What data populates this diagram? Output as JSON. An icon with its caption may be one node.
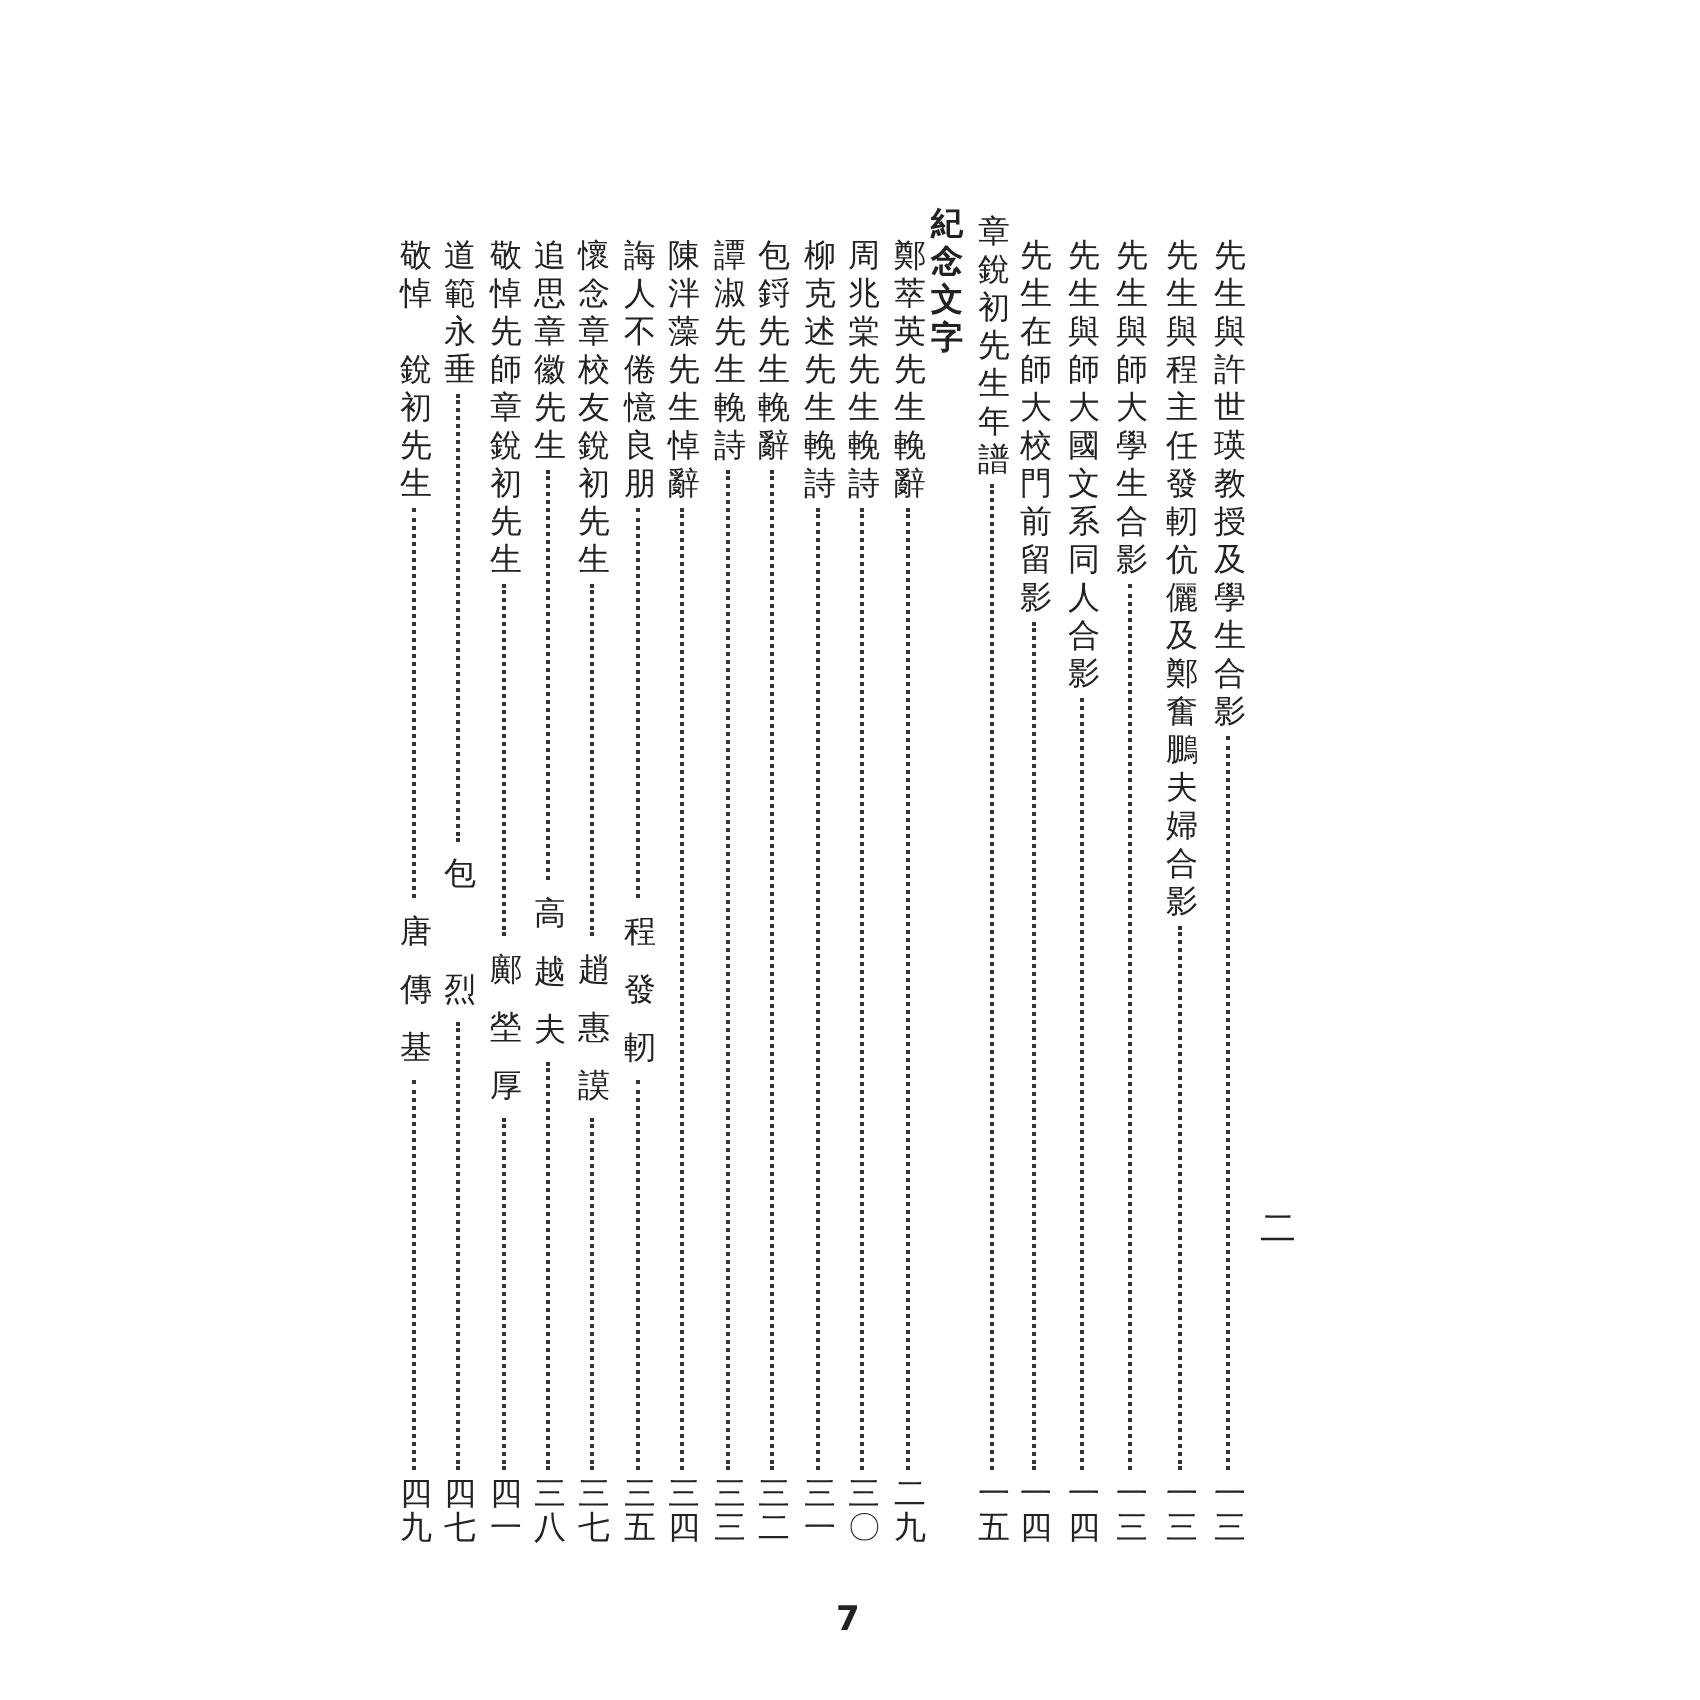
{
  "diagram": {
    "nodes": [
      {
        "text": [
          "先生與許世瑛教授及學生合影"
        ]
      },
      {
        "text": [
          "一三"
        ]
      },
      {
        "text": [
          "先生與程主任發軔伉儷及鄭奮鵬夫婦合影"
        ]
      },
      {
        "text": [
          "一三"
        ]
      },
      {
        "text": [
          "先生與師大學生合影"
        ]
      },
      {
        "text": [
          "一三"
        ]
      },
      {
        "text": [
          "先生與師大國文系同人合影"
        ]
      },
      {
        "text": [
          "一四"
        ]
      },
      {
        "text": [
          "先生在師大校門前留影"
        ]
      },
      {
        "text": [
          "一四"
        ]
      },
      {
        "text": [
          "章銳初先生年譜"
        ]
      },
      {
        "text": [
          "一五"
        ]
      },
      {
        "text": [
          "鄭萃英先生輓辭"
        ]
      },
      {
        "text": [
          "二九"
        ]
      },
      {
        "text": [
          "周兆棠先生輓詩"
        ]
      },
      {
        "text": [
          "三〇"
        ]
      },
      {
        "text": [
          "柳克述先生輓詩"
        ]
      },
      {
        "text": [
          "三一"
        ]
      },
      {
        "text": [
          "包鋝先生輓辭"
        ]
      },
      {
        "text": [
          "三二"
        ]
      },
      {
        "text": [
          "譚淑先生輓詩"
        ]
      },
      {
        "text": [
          "三三"
        ]
      },
      {
        "text": [
          "陳泮藻先生悼辭"
        ]
      },
      {
        "text": [
          "三四"
        ]
      },
      {
        "text": [
          "誨人不倦憶良朋"
        ]
      },
      {
        "text": [
          "程發軔"
        ]
      },
      {
        "text": [
          "三五"
        ]
      },
      {
        "text": [
          "懷念章校友銳初先生"
        ]
      },
      {
        "text": [
          "趙惠謨"
        ]
      },
      {
        "text": [
          "三七"
        ]
      },
      {
        "text": [
          "追思章徽先生"
        ]
      },
      {
        "text": [
          "高越夫"
        ]
      },
      {
        "text": [
          "三八"
        ]
      },
      {
        "text": [
          "敬悼先師章銳初先生"
        ]
      },
      {
        "text": [
          "鄺塋厚"
        ]
      },
      {
        "text": [
          "四一"
        ]
      },
      {
        "text": [
          "道範永垂"
        ]
      },
      {
        "text": [
          "包烈"
        ]
      },
      {
        "text": [
          "四七"
        ]
      },
      {
        "text": [
          "敬悼",
          "銳初先生"
        ]
      },
      {
        "text": [
          "唐傳基"
        ]
      },
      {
        "text": [
          "四九"
        ]
      }
    ],
    "edges": [
      {
        "from": 0,
        "to": 1,
        "arrow": "none"
      },
      {
        "from": 2,
        "to": 3,
        "arrow": "none"
      },
      {
        "from": 4,
        "to": 5,
        "arrow": "none"
      },
      {
        "from": 6,
        "to": 7,
        "arrow": "none"
      },
      {
        "from": 8,
        "to": 9,
        "arrow": "none"
      },
      {
        "from": 10,
        "to": 11,
        "arrow": "none"
      },
      {
        "from": 12,
        "to": 13,
        "arrow": "none"
      },
      {
        "from": 14,
        "to": 15,
        "arrow": "none"
      },
      {
        "from": 16,
        "to": 17,
        "arrow": "none"
      },
      {
        "from": 18,
        "to": 19,
        "arrow": "none"
      },
      {
        "from": 20,
        "to": 21,
        "arrow": "none"
      },
      {
        "from": 22,
        "to": 23,
        "arrow": "none"
      },
      {
        "from": 24,
        "to": 25,
        "arrow": "none"
      },
      {
        "from": 25,
        "to": 26,
        "arrow": "none"
      },
      {
        "from": 27,
        "to": 28,
        "arrow": "none"
      },
      {
        "from": 28,
        "to": 29,
        "arrow": "none"
      },
      {
        "from": 30,
        "to": 31,
        "arrow": "none"
      },
      {
        "from": 31,
        "to": 32,
        "arrow": "none"
      },
      {
        "from": 33,
        "to": 34,
        "arrow": "none"
      },
      {
        "from": 34,
        "to": 35,
        "arrow": "none"
      },
      {
        "from": 36,
        "to": 37,
        "arrow": "none"
      },
      {
        "from": 37,
        "to": 38,
        "arrow": "none"
      },
      {
        "from": 39,
        "to": 40,
        "arrow": "none"
      },
      {
        "from": 40,
        "to": 41,
        "arrow": "none"
      }
    ],
    "labels": [
      "二",
      "紀念文字",
      "7"
    ]
  }
}
